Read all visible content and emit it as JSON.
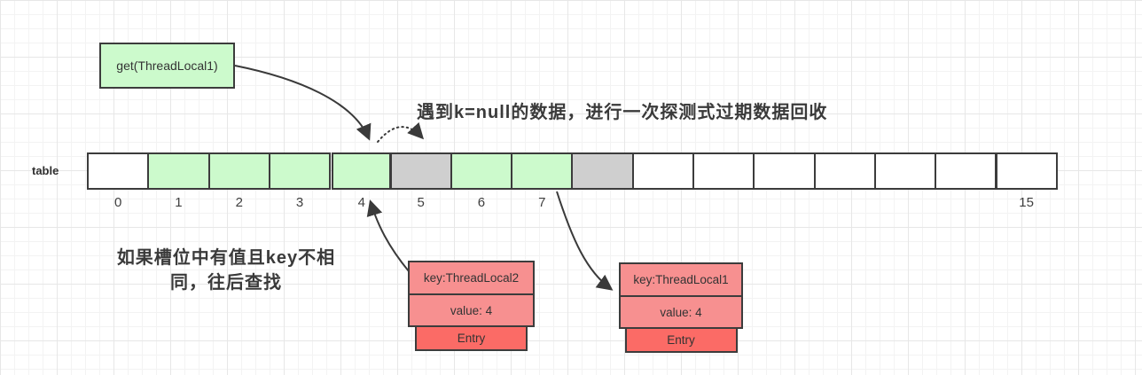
{
  "colors": {
    "green": "#ccfacc",
    "gray": "#cfcfcf",
    "white": "#ffffff",
    "salmon": "#f79090",
    "red": "#fb6b66",
    "border": "#3c3c3c",
    "ink": "#3a3a3a"
  },
  "get_box": {
    "label": "get(ThreadLocal1)"
  },
  "heading": {
    "text": "遇到k=null的数据，进行一次探测式过期数据回收"
  },
  "note": {
    "lines": [
      "如果槽位中有值且key不相",
      "同，往后查找"
    ]
  },
  "table": {
    "label": "table",
    "cells": [
      {
        "index": "0",
        "color": "white",
        "gap_before": false
      },
      {
        "index": "1",
        "color": "green",
        "gap_before": false
      },
      {
        "index": "2",
        "color": "green",
        "gap_before": false
      },
      {
        "index": "3",
        "color": "green",
        "gap_before": false
      },
      {
        "index": "4",
        "color": "green",
        "gap_before": true
      },
      {
        "index": "5",
        "color": "gray",
        "gap_before": false
      },
      {
        "index": "6",
        "color": "green",
        "gap_before": false
      },
      {
        "index": "7",
        "color": "green",
        "gap_before": false
      },
      {
        "index": "",
        "color": "gray",
        "gap_before": false
      },
      {
        "index": "",
        "color": "white",
        "gap_before": false
      },
      {
        "index": "",
        "color": "white",
        "gap_before": false
      },
      {
        "index": "",
        "color": "white",
        "gap_before": false
      },
      {
        "index": "",
        "color": "white",
        "gap_before": false
      },
      {
        "index": "",
        "color": "white",
        "gap_before": false
      },
      {
        "index": "",
        "color": "white",
        "gap_before": false
      },
      {
        "index": "15",
        "color": "white",
        "gap_before": false
      }
    ]
  },
  "entries": [
    {
      "key": "key:ThreadLocal2",
      "value": "value: 4",
      "tag": "Entry"
    },
    {
      "key": "key:ThreadLocal1",
      "value": "value: 4",
      "tag": "Entry"
    }
  ]
}
